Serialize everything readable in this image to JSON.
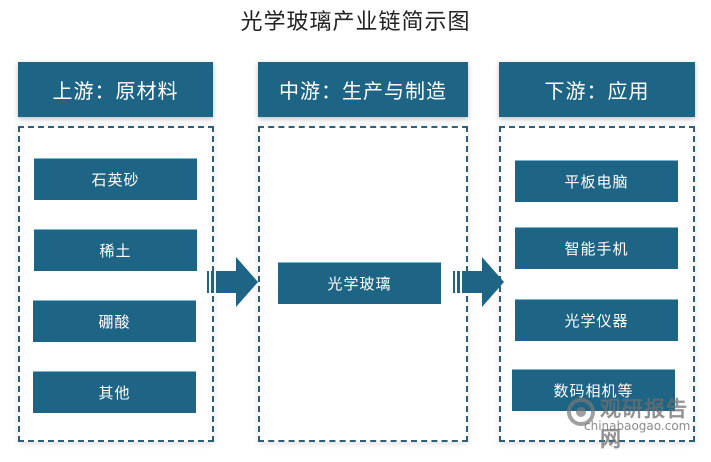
{
  "title": "光学玻璃产业链简示图",
  "colors": {
    "primary": "#1e6585",
    "dashed_border": "#2f5f78",
    "title_text": "#222222"
  },
  "stages": [
    {
      "header": "上游：原材料",
      "items": [
        "石英砂",
        "稀土",
        "硼酸",
        "其他"
      ]
    },
    {
      "header": "中游：生产与制造",
      "items": [
        "光学玻璃"
      ]
    },
    {
      "header": "下游：应用",
      "items": [
        "平板电脑",
        "智能手机",
        "光学仪器",
        "数码相机等"
      ]
    }
  ],
  "arrows": [
    {
      "icon": "right-arrow-icon",
      "from": "上游",
      "to": "中游"
    },
    {
      "icon": "right-arrow-icon",
      "from": "中游",
      "to": "下游"
    }
  ],
  "watermark": {
    "name": "观研报告网",
    "url": "chinabaogao.com"
  }
}
